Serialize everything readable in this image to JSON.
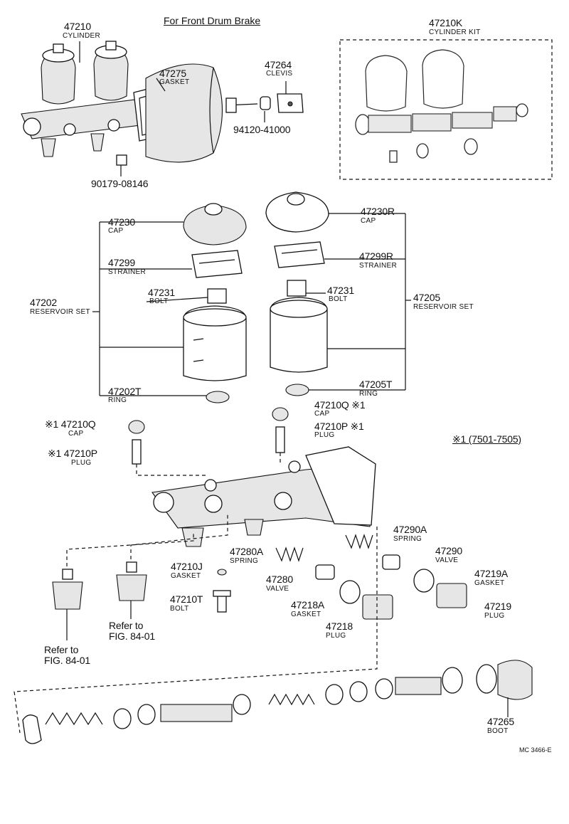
{
  "header": {
    "title": "For Front Drum Brake",
    "code": "MC 3466-E"
  },
  "note": "※1 (7501-7505)",
  "parts": {
    "p47210": {
      "num": "47210",
      "name": "CYLINDER"
    },
    "p47275": {
      "num": "47275",
      "name": "GASKET"
    },
    "p47264": {
      "num": "47264",
      "name": "CLEVIS"
    },
    "p94120": {
      "num": "94120-41000"
    },
    "p90179": {
      "num": "90179-08146"
    },
    "p47210K": {
      "num": "47210K",
      "name": "CYLINDER KIT"
    },
    "p47230": {
      "num": "47230",
      "name": "CAP"
    },
    "p47230R": {
      "num": "47230R",
      "name": "CAP"
    },
    "p47299": {
      "num": "47299",
      "name": "STRAINER"
    },
    "p47299R": {
      "num": "47299R",
      "name": "STRAINER"
    },
    "p47231a": {
      "num": "47231",
      "name": "BOLT"
    },
    "p47231b": {
      "num": "47231",
      "name": "BOLT"
    },
    "p47202": {
      "num": "47202",
      "name": "RESERVOIR SET"
    },
    "p47205": {
      "num": "47205",
      "name": "RESERVOIR SET"
    },
    "p47202T": {
      "num": "47202T",
      "name": "RING"
    },
    "p47205T": {
      "num": "47205T",
      "name": "RING"
    },
    "p47210Qa": {
      "num": "※1  47210Q",
      "name": "CAP"
    },
    "p47210Pa": {
      "num": "※1  47210P",
      "name": "PLUG"
    },
    "p47210Qb": {
      "num": "47210Q ※1",
      "name": "CAP"
    },
    "p47210Pb": {
      "num": "47210P ※1",
      "name": "PLUG"
    },
    "p47290A": {
      "num": "47290A",
      "name": "SPRING"
    },
    "p47290": {
      "num": "47290",
      "name": "VALVE"
    },
    "p47280A": {
      "num": "47280A",
      "name": "SPRING"
    },
    "p47210J": {
      "num": "47210J",
      "name": "GASKET"
    },
    "p47280": {
      "num": "47280",
      "name": "VALVE"
    },
    "p47219A": {
      "num": "47219A",
      "name": "GASKET"
    },
    "p47219": {
      "num": "47219",
      "name": "PLUG"
    },
    "p47210T": {
      "num": "47210T",
      "name": "BOLT"
    },
    "p47218A": {
      "num": "47218A",
      "name": "GASKET"
    },
    "p47218": {
      "num": "47218",
      "name": "PLUG"
    },
    "p47265": {
      "num": "47265",
      "name": "BOOT"
    }
  },
  "refs": {
    "left": {
      "line1": "Refer to",
      "line2": "FIG. 84-01"
    },
    "right": {
      "line1": "Refer to",
      "line2": "FIG. 84-01"
    }
  }
}
